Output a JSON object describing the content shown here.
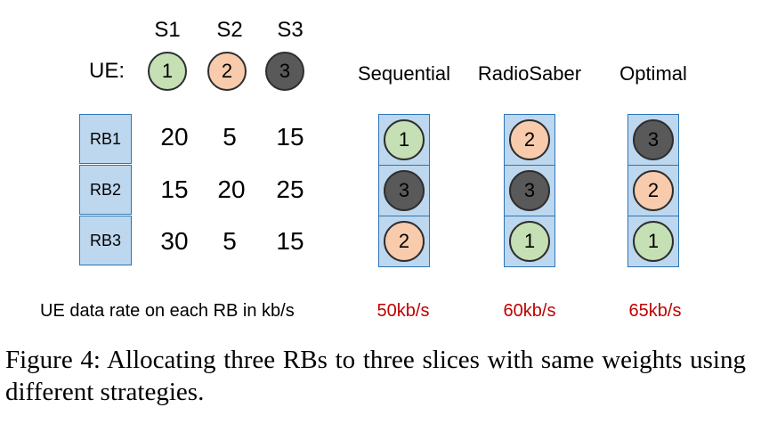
{
  "slices": [
    "S1",
    "S2",
    "S3"
  ],
  "ue_label": "UE:",
  "ues": [
    "1",
    "2",
    "3"
  ],
  "rbs": [
    {
      "label": "RB1",
      "rates": [
        "20",
        "5",
        "15"
      ]
    },
    {
      "label": "RB2",
      "rates": [
        "15",
        "20",
        "25"
      ]
    },
    {
      "label": "RB3",
      "rates": [
        "30",
        "5",
        "15"
      ]
    }
  ],
  "strategies": [
    {
      "name": "Sequential",
      "allocation": [
        "1",
        "3",
        "2"
      ],
      "total": "50kb/s"
    },
    {
      "name": "RadioSaber",
      "allocation": [
        "2",
        "3",
        "1"
      ],
      "total": "60kb/s"
    },
    {
      "name": "Optimal",
      "allocation": [
        "3",
        "2",
        "1"
      ],
      "total": "65kb/s"
    }
  ],
  "footnote": "UE data rate on each RB in kb/s",
  "caption": "Figure 4: Allocating three RBs to three slices with same weights using different strategies.",
  "colors": {
    "ue1": "#c5e0b4",
    "ue2": "#f8cbad",
    "ue3": "#595959",
    "rb": "#bdd7ee",
    "total": "#c00000"
  }
}
